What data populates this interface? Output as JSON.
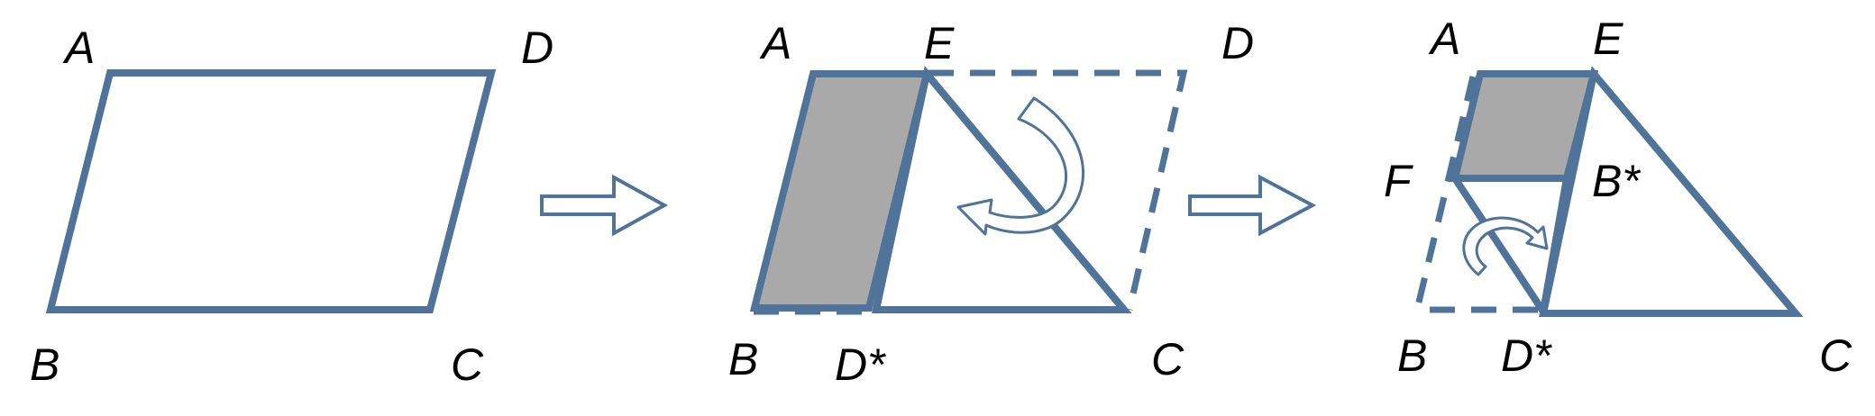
{
  "panels": [
    {
      "labels": {
        "A": "A",
        "D": "D",
        "B": "B",
        "C": "C"
      }
    },
    {
      "labels": {
        "A": "A",
        "E": "E",
        "D": "D",
        "B": "B",
        "D_star": "D*",
        "C": "C"
      }
    },
    {
      "labels": {
        "A": "A",
        "E": "E",
        "F": "F",
        "B_star": "B*",
        "B": "B",
        "D_star": "D*",
        "C": "C"
      }
    }
  ],
  "colors": {
    "edge": "#4f7399",
    "shade": "#a9a9a9",
    "label": "#000000"
  },
  "icons": {
    "transition_arrow": "right-arrow-outline",
    "fold_indicator": "curved-fold-arrow"
  }
}
